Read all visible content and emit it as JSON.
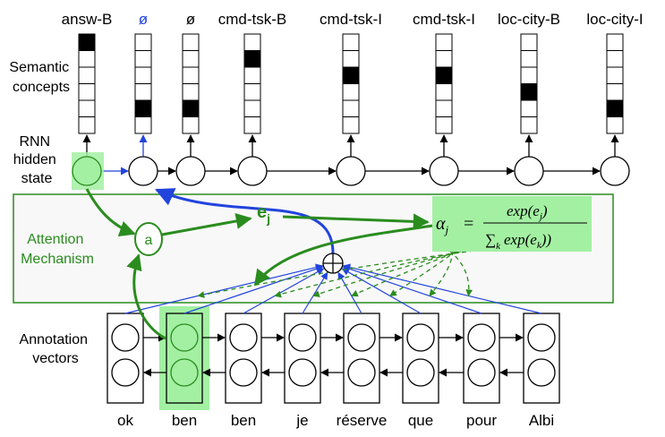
{
  "semantic_labels": [
    "answ-B",
    "ø",
    "ø",
    "cmd-tsk-B",
    "cmd-tsk-I",
    "cmd-tsk-I",
    "loc-city-B",
    "loc-city-I"
  ],
  "active_cells": [
    0,
    4,
    4,
    1,
    2,
    2,
    3,
    4
  ],
  "words": [
    "ok",
    "ben",
    "ben",
    "je",
    "réserve",
    "que",
    "pour",
    "Albi"
  ],
  "row_labels": {
    "semantic": [
      "Semantic",
      "concepts"
    ],
    "rnn": [
      "RNN",
      "hidden",
      "state"
    ],
    "annotation": [
      "Annotation",
      "vectors"
    ]
  },
  "attention": {
    "title": [
      "Attention",
      "Mechanism"
    ],
    "a_node": "a",
    "e_label": "e",
    "e_sub": "j",
    "formula": {
      "alpha": "α",
      "alpha_sub": "j",
      "equals": "=",
      "numerator": "exp(e",
      "numerator_sub": "j",
      "numerator_end": ")",
      "sum": "∑",
      "sum_sub": "k",
      "denominator": "exp(e",
      "denominator_sub": "k",
      "denominator_end": "))"
    }
  },
  "colors": {
    "green": "#2a8c1e",
    "green_fill": "#a3f0a3",
    "blue": "#2244dd",
    "box_fill": "#f8f8f8"
  }
}
